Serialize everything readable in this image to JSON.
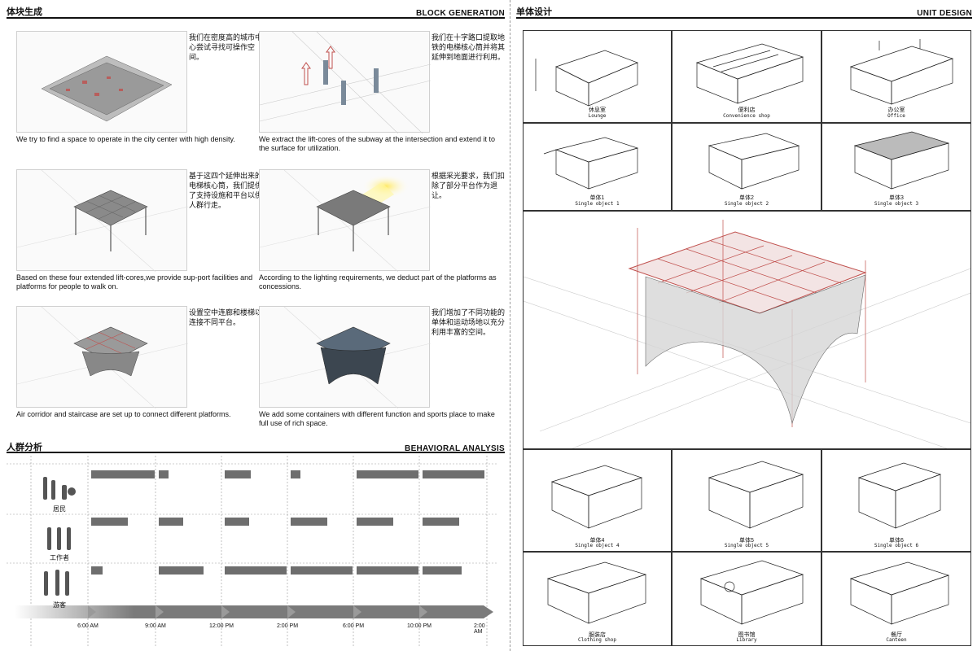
{
  "left_header": {
    "cn": "体块生成",
    "en": "BLOCK GENERATION"
  },
  "right_header": {
    "cn": "单体设计",
    "en": "UNIT DESIGN"
  },
  "behavior_header": {
    "cn": "人群分析",
    "en": "BEHAVIORAL ANALYSIS"
  },
  "steps": [
    {
      "cn": "我们在密度高的城市中心尝试寻找可操作空间。",
      "en": "We try to find a space to operate in the city center with high density."
    },
    {
      "cn": "我们在十字路口提取地铁的电梯核心筒并将其延伸到地面进行利用。",
      "en": "We extract the lift-cores of the subway at the intersection and extend it to the surface for utilization."
    },
    {
      "cn": "基于这四个延伸出来的电梯核心筒，我们提供了支持设施和平台以供人群行走。",
      "en": "Based on these four extended lift-cores,we provide sup-port facilities and platforms for people to walk on."
    },
    {
      "cn": "根据采光要求，我们扣除了部分平台作为退让。",
      "en": "According to the lighting requirements, we deduct part of the platforms as concessions."
    },
    {
      "cn": "设置空中连廊和楼梯以连接不同平台。",
      "en": "Air corridor and staircase are set up to connect different platforms."
    },
    {
      "cn": "我们增加了不同功能的单体和运动场地以充分利用丰富的空间。",
      "en": "We add some containers with different function and sports place to make full use of rich space."
    }
  ],
  "behavior": {
    "groups": [
      "居民",
      "工作者",
      "游客"
    ],
    "times": [
      "6:00 AM",
      "9:00 AM",
      "12:00 PM",
      "2:00 PM",
      "6:00 PM",
      "10:00 PM",
      "2:00 AM"
    ]
  },
  "units": [
    {
      "cn": "休息室",
      "en": "Lounge"
    },
    {
      "cn": "便利店",
      "en": "Convenience shop"
    },
    {
      "cn": "办公室",
      "en": "Office"
    },
    {
      "cn": "单体1",
      "en": "Single object 1"
    },
    {
      "cn": "单体2",
      "en": "Single object 2"
    },
    {
      "cn": "单体3",
      "en": "Single object 3"
    },
    {
      "cn": "单体4",
      "en": "Single object 4"
    },
    {
      "cn": "单体5",
      "en": "Single object 5"
    },
    {
      "cn": "单体6",
      "en": "Single object 6"
    },
    {
      "cn": "服装店",
      "en": "Clothing shop"
    },
    {
      "cn": "图书馆",
      "en": "Library"
    },
    {
      "cn": "餐厅",
      "en": "Canteen"
    }
  ],
  "colors": {
    "accent_red": "#c0504d",
    "bar_gray": "#6e6e6e",
    "arrow_gray": "#7a7a7a"
  }
}
